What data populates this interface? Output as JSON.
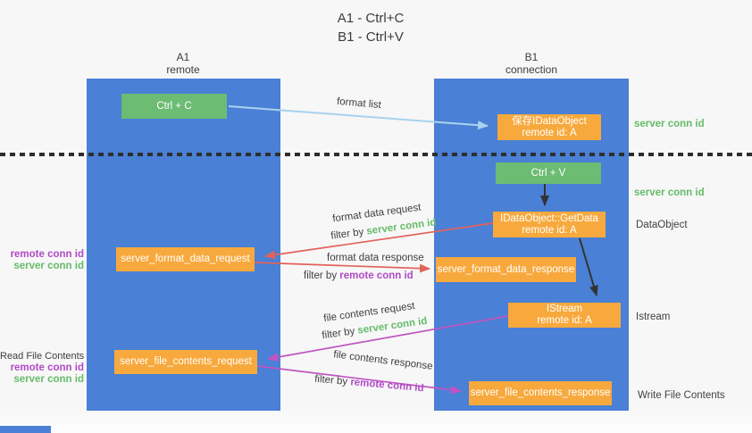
{
  "title": {
    "line1": "A1 - Ctrl+C",
    "line2": "B1 - Ctrl+V"
  },
  "lifelines": {
    "left": {
      "name": "A1",
      "role": "remote"
    },
    "right": {
      "name": "B1",
      "role": "connection"
    }
  },
  "boxes": {
    "ctrl_c": {
      "label": "Ctrl + C"
    },
    "ctrl_v": {
      "label": "Ctrl + V"
    },
    "save_dataobject": {
      "line1": "保存IDataObject",
      "line2": "remote id: A"
    },
    "getdata": {
      "line1": "IDataObject::GetData",
      "line2": "remote id: A"
    },
    "istream": {
      "line1": "IStream",
      "line2": "remote id: A"
    },
    "format_request": {
      "label": "server_format_data_request"
    },
    "format_response": {
      "label": "server_format_data_response"
    },
    "file_request": {
      "label": "server_file_contents_request"
    },
    "file_response": {
      "label": "server_file_contents_response"
    }
  },
  "side_labels": {
    "server_conn_top": "server conn id",
    "server_conn_mid": "server conn id",
    "dataobject": "DataObject",
    "istream": "Istream",
    "write_file": "Write File Contents",
    "read_file": "Read File Contents",
    "left_remote_conn_1": "remote conn id",
    "left_server_conn_1": "server conn id",
    "left_remote_conn_2": "remote conn id",
    "left_server_conn_2": "server conn id"
  },
  "arrow_labels": {
    "format_list": "format list",
    "format_data_request": "format data request",
    "format_data_response": "format data response",
    "file_contents_request": "file contents request",
    "file_contents_response": "file contents response",
    "filter_by_server": {
      "prefix": "filter by ",
      "value": "server conn id"
    },
    "filter_by_remote": {
      "prefix": "filter by ",
      "value": "remote conn id"
    }
  },
  "colors": {
    "column_blue": "#4a80d5",
    "box_green": "#6cbc74",
    "box_orange": "#f7a93d",
    "text_green": "#66bb6a",
    "text_purple": "#b04ac5",
    "arrow_red": "#e2625a",
    "arrow_magenta": "#c055c3",
    "arrow_lightblue": "#a9d2ee",
    "arrow_black": "#333333",
    "text_dark": "#3f3f3f"
  }
}
